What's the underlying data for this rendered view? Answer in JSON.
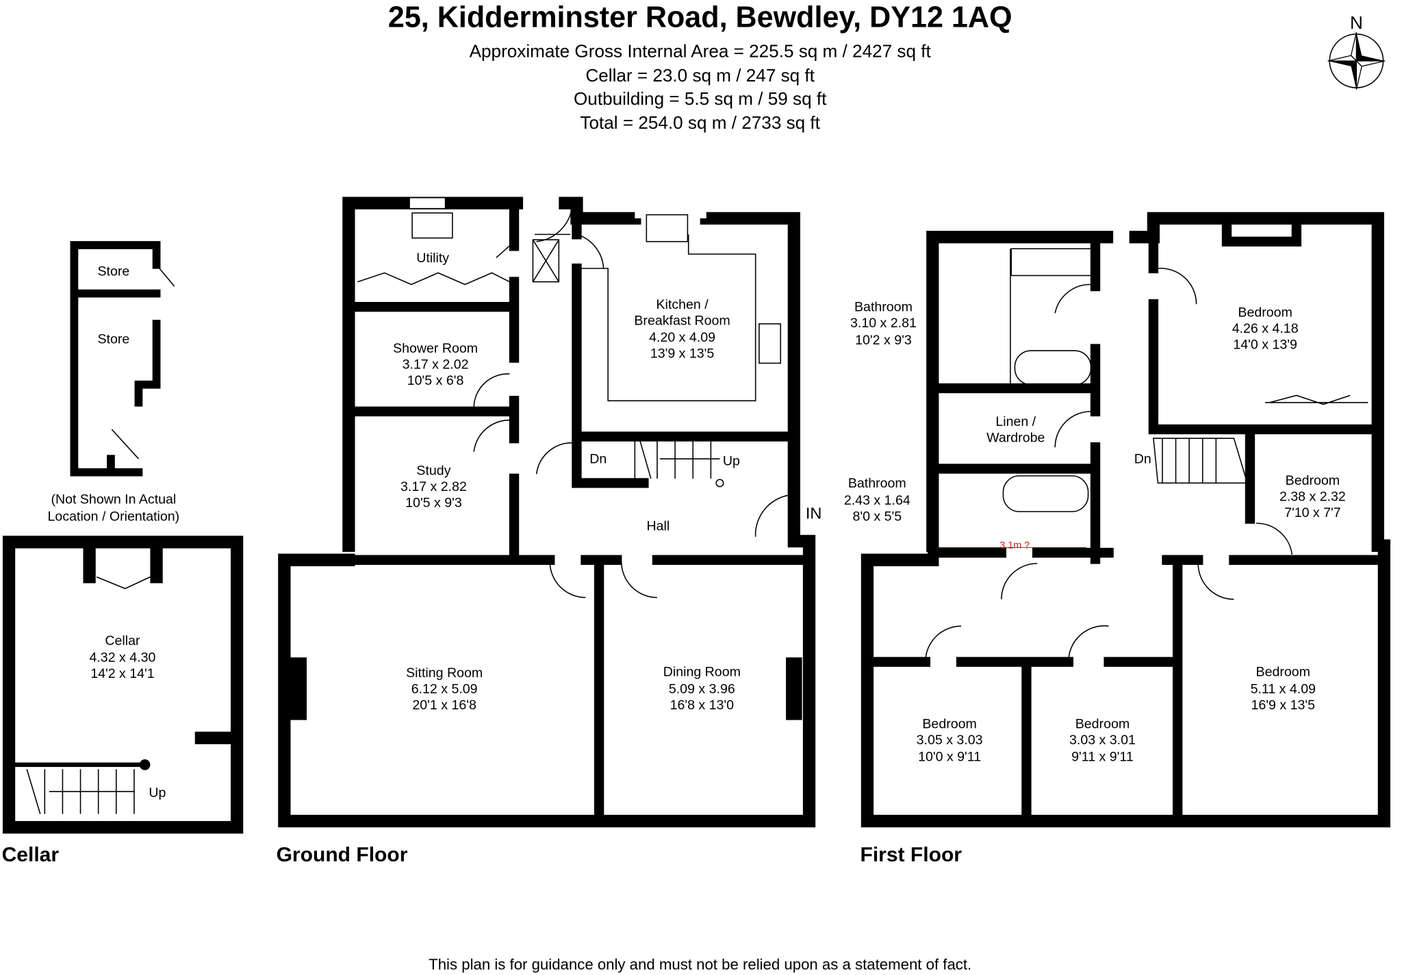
{
  "header": {
    "title": "25, Kidderminster Road, Bewdley, DY12 1AQ",
    "area_lines": [
      "Approximate Gross Internal Area = 225.5 sq m / 2427 sq ft",
      "Cellar = 23.0 sq m / 247 sq ft",
      "Outbuilding = 5.5 sq m / 59 sq ft",
      "Total = 254.0 sq m / 2733 sq ft"
    ]
  },
  "compass": {
    "label": "N"
  },
  "outbuilding": {
    "rooms": [
      {
        "name": "Store"
      },
      {
        "name": "Store"
      }
    ],
    "note": [
      "(Not Shown In Actual",
      "Location / Orientation)"
    ]
  },
  "cellar": {
    "floor_label": "Cellar",
    "room": {
      "name": "Cellar",
      "metric": "4.32 x 4.30",
      "imperial": "14'2 x 14'1"
    },
    "stairs": "Up"
  },
  "ground_floor": {
    "floor_label": "Ground Floor",
    "rooms": [
      {
        "name": "Utility"
      },
      {
        "name": "Shower Room",
        "metric": "3.17 x 2.02",
        "imperial": "10'5 x 6'8"
      },
      {
        "name": "Study",
        "metric": "3.17 x 2.82",
        "imperial": "10'5 x 9'3"
      },
      {
        "name": "Kitchen /",
        "name2": "Breakfast Room",
        "metric": "4.20 x 4.09",
        "imperial": "13'9 x 13'5"
      },
      {
        "name": "Hall"
      },
      {
        "name": "Sitting Room",
        "metric": "6.12 x 5.09",
        "imperial": "20'1 x 16'8"
      },
      {
        "name": "Dining Room",
        "metric": "5.09 x 3.96",
        "imperial": "16'8 x 13'0"
      }
    ],
    "stairs_down": "Dn",
    "stairs_up": "Up",
    "entrance": "IN"
  },
  "first_floor": {
    "floor_label": "First Floor",
    "rooms": [
      {
        "name": "Bathroom",
        "metric": "3.10 x 2.81",
        "imperial": "10'2 x 9'3"
      },
      {
        "name": "Linen /",
        "name2": "Wardrobe"
      },
      {
        "name": "Bathroom",
        "metric": "2.43 x 1.64",
        "imperial": "8'0 x 5'5"
      },
      {
        "name": "Bedroom",
        "metric": "4.26 x 4.18",
        "imperial": "14'0 x 13'9"
      },
      {
        "name": "Bedroom",
        "metric": "2.38 x 2.32",
        "imperial": "7'10 x 7'7"
      },
      {
        "name": "Bedroom",
        "metric": "3.05 x 3.03",
        "imperial": "10'0 x 9'11"
      },
      {
        "name": "Bedroom",
        "metric": "3.03 x 3.01",
        "imperial": "9'11 x 9'11"
      },
      {
        "name": "Bedroom",
        "metric": "5.11 x 4.09",
        "imperial": "16'9 x 13'5"
      }
    ],
    "stairs_down": "Dn",
    "annotation": "3.1m ?",
    "annotation_color": "#d42020"
  },
  "footer": {
    "disclaimer": "This plan is for guidance only and must not be relied upon as a statement of fact."
  }
}
